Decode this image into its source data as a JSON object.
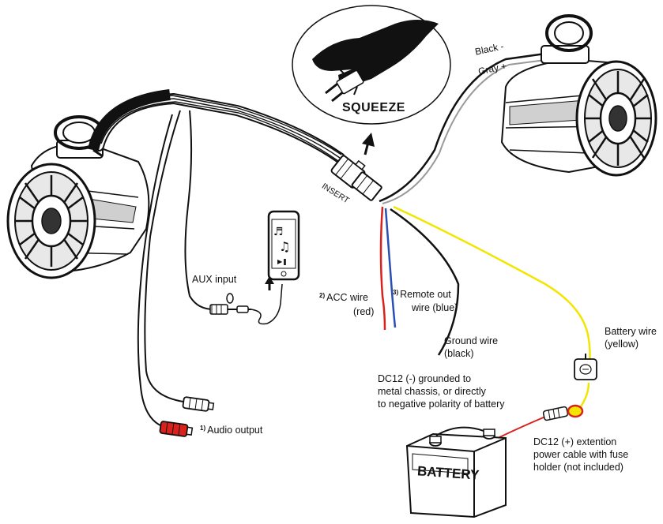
{
  "labels": {
    "black_minus": "Black -",
    "gray_plus": "Gray +",
    "squeeze": "SQUEEZE",
    "insert": "INSERT",
    "aux_input": "AUX input",
    "acc_num": "2)",
    "acc_line1": "ACC wire",
    "acc_line2": "(red)",
    "remote_num": "3)",
    "remote_line1": "Remote out",
    "remote_line2": "wire (blue)",
    "ground_line1": "Ground wire",
    "ground_line2": "(black)",
    "battery_wire_line1": "Battery wire",
    "battery_wire_line2": "(yellow)",
    "dc_minus_line1": "DC12 (-) grounded to",
    "dc_minus_line2": "metal chassis, or directly",
    "dc_minus_line3": "to negative polarity of battery",
    "audio_num": "1)",
    "audio_output": "Audio output",
    "dc_plus_line1": "DC12 (+) extention",
    "dc_plus_line2": "power cable with fuse",
    "dc_plus_line3": "holder (not included)",
    "battery": "BATTERY"
  },
  "colors": {
    "ink": "#111111",
    "acc_wire": "#d9221c",
    "remote_wire": "#2a4fb4",
    "battery_wire": "#f2e600",
    "rca_red": "#d9221c",
    "fuse_red": "#d9221c",
    "cable_gray": "#8a8a8a"
  },
  "icons": {
    "phone_screen": "music-notes-play-pause-icon",
    "up_arrow": "up-arrow-icon",
    "hand": "hand-squeeze-icon"
  }
}
